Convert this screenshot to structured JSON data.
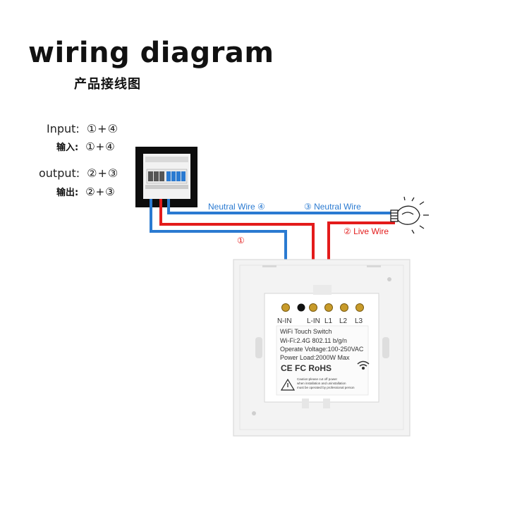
{
  "header": {
    "title": "wiring diagram",
    "subtitle": "产品接线图"
  },
  "io": {
    "input_label": "Input:",
    "input_value": "①+④",
    "input_label_cn": "输入:",
    "input_value_cn": "①+④",
    "output_label": "output:",
    "output_value": "②+③",
    "output_label_cn": "输出:",
    "output_value_cn": "②+③"
  },
  "wires": {
    "neutral_left": "Neutral Wire ④",
    "neutral_right": "③ Neutral Wire",
    "live": "② Live Wire",
    "circle_one": "①",
    "blue_color": "#2a7ad1",
    "red_color": "#e31b1b"
  },
  "switch": {
    "terminals": [
      "N-IN",
      "L-IN",
      "L1",
      "L2",
      "L3"
    ],
    "spec_lines": [
      "WiFi Touch Switch",
      "Wi-Fi:2.4G 802.11 b/g/n",
      "Operate Voltage:100-250VAC",
      "Power Load:2000W Max"
    ],
    "certs": "CE FC RoHS",
    "warning": [
      "Caution:please cut off power",
      "when installation and uninstallation",
      "must be operated by professional person"
    ]
  }
}
